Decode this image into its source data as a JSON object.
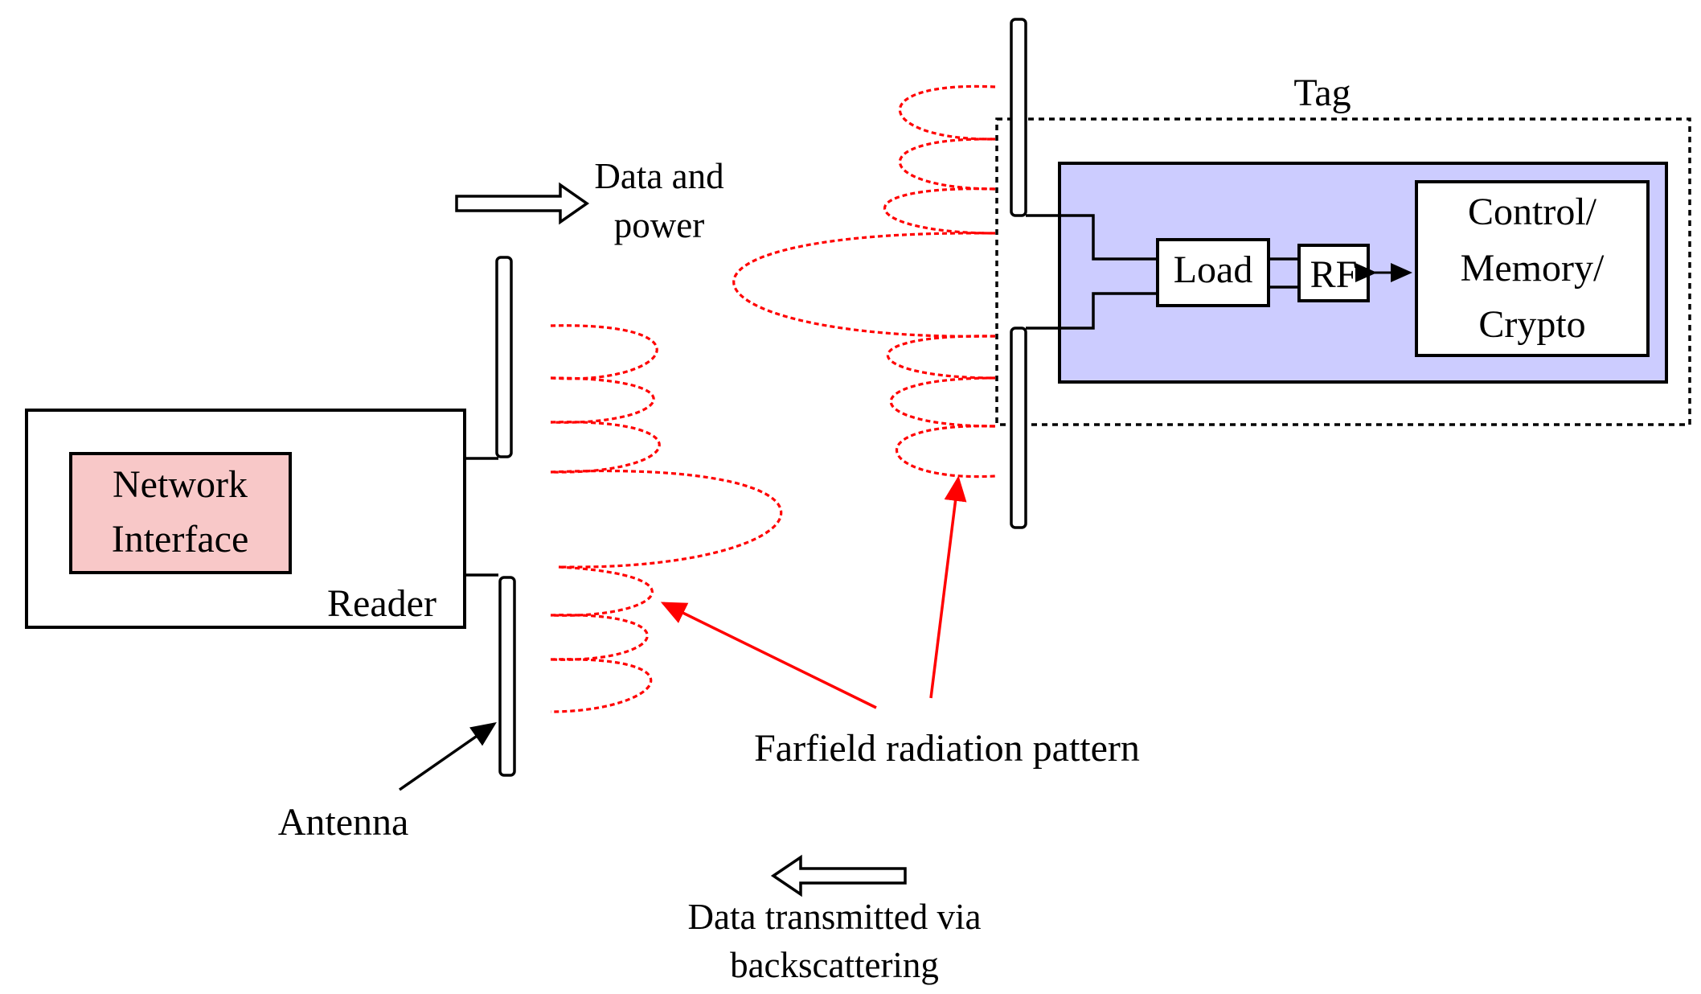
{
  "labels": {
    "tag": "Tag",
    "data_power_line1": "Data and",
    "data_power_line2": "power",
    "load": "Load",
    "rf": "RF",
    "control_line1": "Control/",
    "control_line2": "Memory/",
    "control_line3": "Crypto",
    "network_line1": "Network",
    "network_line2": "Interface",
    "reader": "Reader",
    "antenna": "Antenna",
    "farfield": "Farfield radiation pattern",
    "backscatter_line1": "Data transmitted via",
    "backscatter_line2": "backscattering"
  },
  "colors": {
    "tag_fill": "#ccccff",
    "network_fill": "#f8c8c8",
    "radiation": "#ff0000",
    "line": "#000000"
  }
}
